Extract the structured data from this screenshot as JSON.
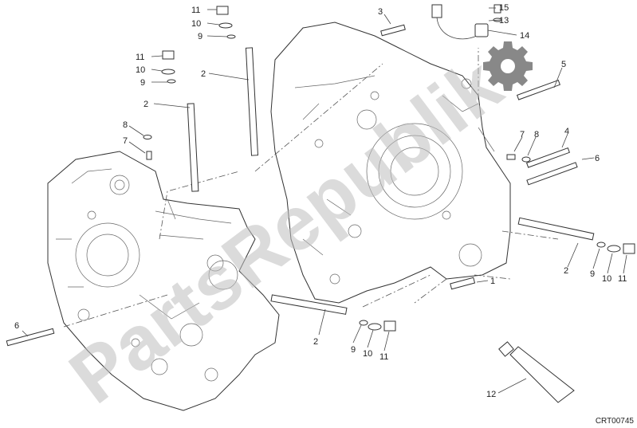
{
  "diagram_code": "CRT00745",
  "watermark": "PartsRepublik",
  "callouts": [
    {
      "id": "c-11a",
      "text": "11"
    },
    {
      "id": "c-10a",
      "text": "10"
    },
    {
      "id": "c-9a",
      "text": "9"
    },
    {
      "id": "c-11b",
      "text": "11"
    },
    {
      "id": "c-10b",
      "text": "10"
    },
    {
      "id": "c-9b",
      "text": "9"
    },
    {
      "id": "c-2a",
      "text": "2"
    },
    {
      "id": "c-2b",
      "text": "2"
    },
    {
      "id": "c-3",
      "text": "3"
    },
    {
      "id": "c-8a",
      "text": "8"
    },
    {
      "id": "c-7a",
      "text": "7"
    },
    {
      "id": "c-15",
      "text": "15"
    },
    {
      "id": "c-13",
      "text": "13"
    },
    {
      "id": "c-14",
      "text": "14"
    },
    {
      "id": "c-5",
      "text": "5"
    },
    {
      "id": "c-7b",
      "text": "7"
    },
    {
      "id": "c-8b",
      "text": "8"
    },
    {
      "id": "c-4",
      "text": "4"
    },
    {
      "id": "c-6a",
      "text": "6"
    },
    {
      "id": "c-2c",
      "text": "2"
    },
    {
      "id": "c-9c",
      "text": "9"
    },
    {
      "id": "c-10c",
      "text": "10"
    },
    {
      "id": "c-11c",
      "text": "11"
    },
    {
      "id": "c-1",
      "text": "1"
    },
    {
      "id": "c-2d",
      "text": "2"
    },
    {
      "id": "c-9d",
      "text": "9"
    },
    {
      "id": "c-10d",
      "text": "10"
    },
    {
      "id": "c-11d",
      "text": "11"
    },
    {
      "id": "c-6b",
      "text": "6"
    },
    {
      "id": "c-12",
      "text": "12"
    }
  ]
}
